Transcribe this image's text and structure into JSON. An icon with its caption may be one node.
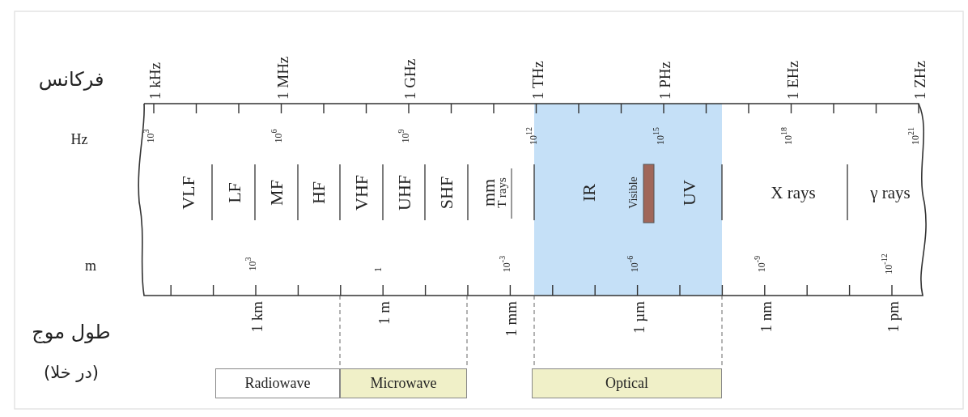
{
  "diagram": {
    "nodes": [
      {
        "text": [
          "Radiowave"
        ]
      },
      {
        "text": [
          "Microwave"
        ]
      },
      {
        "text": [
          "Optical"
        ]
      }
    ],
    "labels": [
      "فرکانس",
      "1 kHz",
      "1 MHz",
      "1 GHz",
      "1 THz",
      "1 PHz",
      "1 EHz",
      "1 ZHz",
      "Hz",
      "10$^{3}$",
      "10$^{6}$",
      "10$^{9}$",
      "10$^{12}$",
      "10$^{15}$",
      "10$^{18}$",
      "10$^{21}$",
      "VLF",
      "LF",
      "MF",
      "HF",
      "VHF",
      "UHF",
      "SHF",
      "mm",
      "T rays",
      "IR",
      "Visible",
      "UV",
      "X rays",
      "γ rays",
      "m",
      "10$^{3}$",
      "1",
      "10$^{-3}$",
      "10$^{-6}$",
      "10$^{-9}$",
      "10$^{-12}$",
      "طول موج",
      "1 km",
      "1 m",
      "1 mm",
      "1 µm",
      "1 nm",
      "1 pm",
      "(در خلا)"
    ]
  }
}
